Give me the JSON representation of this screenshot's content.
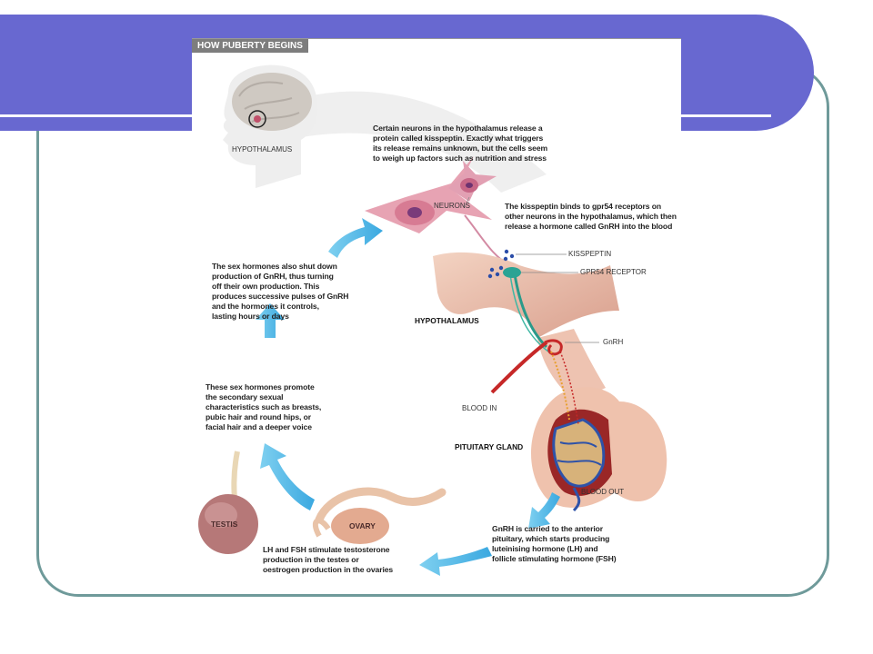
{
  "figure": {
    "title": "HOW PUBERTY BEGINS",
    "labels": {
      "hypothalamus_head": "HYPOTHALAMUS",
      "neurons": "NEURONS",
      "kisspeptin": "KISSPEPTIN",
      "gpr54": "GPR54 RECEPTOR",
      "hypothalamus": "HYPOTHALAMUS",
      "gnrh": "GnRH",
      "blood_in": "BLOOD IN",
      "pituitary": "PITUITARY GLAND",
      "blood_out": "BLOOD OUT",
      "testis": "TESTIS",
      "ovary": "OVARY"
    },
    "captions": {
      "kisspeptin_release": "Certain neurons in the hypothalamus release a\nprotein called kisspeptin. Exactly what triggers\nits release remains unknown, but the cells seem\nto weigh up factors such as nutrition and stress",
      "binding": "The kisspeptin binds to gpr54 receptors on\nother neurons in the hypothalamus, which then\nrelease a hormone called GnRH into the blood",
      "shutdown": "The sex hormones also shut down\nproduction of GnRH, thus turning\noff their own production. This\nproduces successive pulses of GnRH\nand the hormones it controls,\nlasting hours or days",
      "secondary": "These sex hormones promote\nthe secondary sexual\ncharacteristics such as breasts,\npubic hair and round hips, or\nfacial hair and a deeper voice",
      "gnrh_carried": "GnRH is carried to the anterior\npituitary, which starts producing\nluteinising hormone (LH) and\nfollicle stimulating hormone (FSH)",
      "lh_fsh": "LH and FSH stimulate testosterone\nproduction in the testes or\noestrogen production in the ovaries"
    }
  }
}
